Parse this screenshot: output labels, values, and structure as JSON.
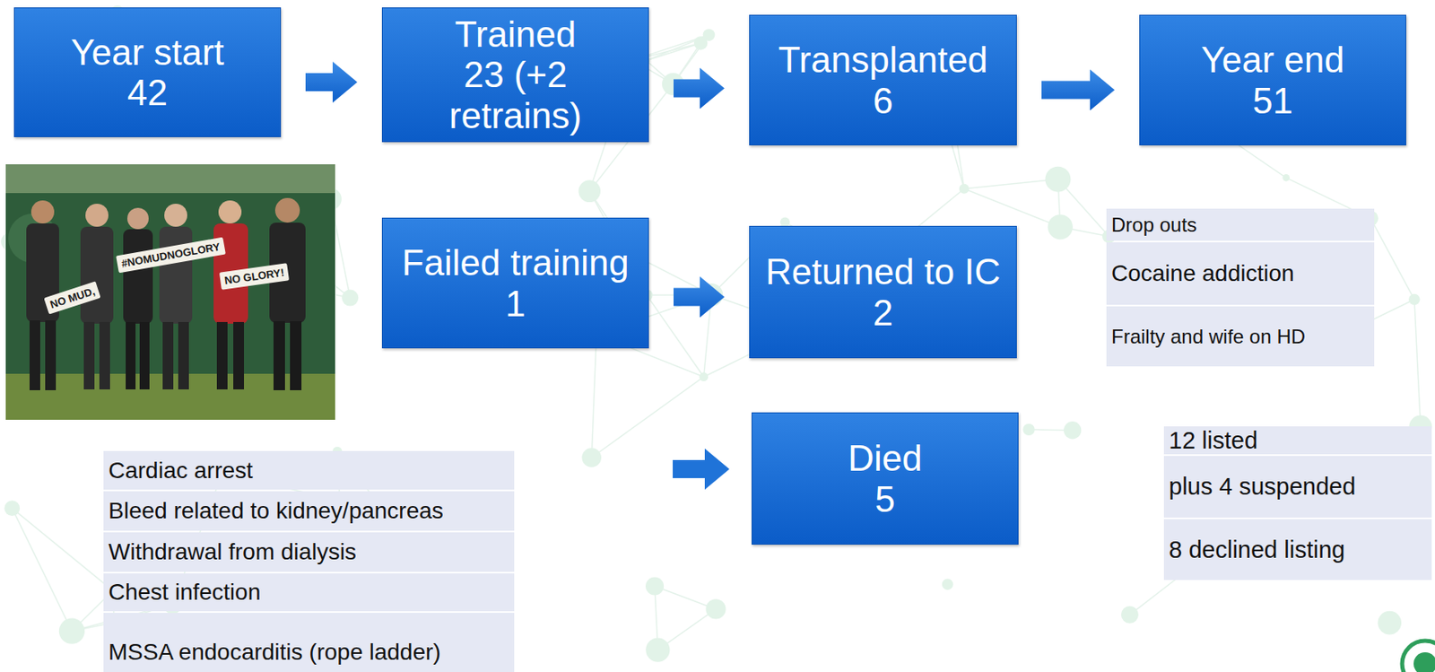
{
  "diagram": {
    "nodes": [
      {
        "text": [
          "Year start",
          "42"
        ]
      },
      {
        "text": [
          "Trained",
          "23 (+2 retrains)"
        ]
      },
      {
        "text": [
          "Transplanted",
          "6"
        ]
      },
      {
        "text": [
          "Year end",
          "51"
        ]
      },
      {
        "text": [
          "Failed training",
          "1"
        ]
      },
      {
        "text": [
          "Returned to IC",
          "2"
        ]
      },
      {
        "text": [
          "Died",
          "5"
        ]
      }
    ],
    "edges": [
      {
        "from": 0,
        "to": 1,
        "arrow": "to"
      },
      {
        "from": 1,
        "to": 2,
        "arrow": "to"
      },
      {
        "from": 2,
        "to": 3,
        "arrow": "to"
      },
      {
        "from": 4,
        "to": 5,
        "arrow": "to"
      }
    ],
    "labels": [
      "NO MUD,",
      "#NOMUDNOGLORY",
      "NO GLORY!",
      "Cardiac arrest",
      "Bleed related to kidney/pancreas",
      "Withdrawal from dialysis",
      "Chest infection",
      "MSSA endocarditis (rope ladder)",
      "Drop outs",
      "Cocaine addiction",
      "Frailty and wife on HD",
      "12 listed",
      "plus 4 suspended",
      "8 declined listing"
    ]
  }
}
